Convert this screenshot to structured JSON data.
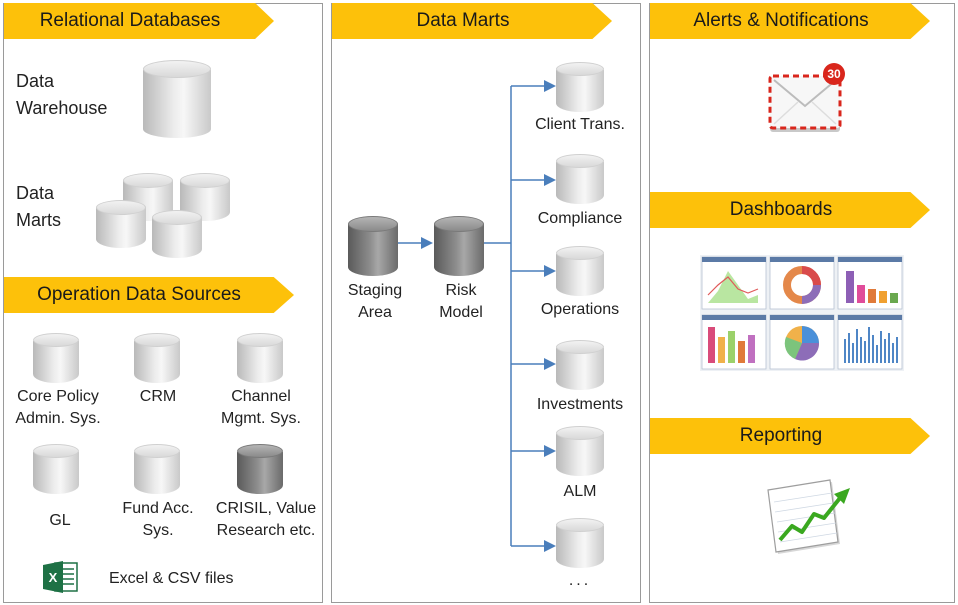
{
  "left": {
    "relational_title": "Relational Databases",
    "data_warehouse_label": "Data Warehouse",
    "data_marts_label": "Data Marts",
    "operation_title": "Operation Data Sources",
    "sources": [
      "Core Policy Admin. Sys.",
      "CRM",
      "Channel Mgmt. Sys.",
      "GL",
      "Fund Acc. Sys.",
      "CRISIL, Value Research etc."
    ],
    "excel_label": "Excel & CSV files"
  },
  "middle": {
    "title": "Data Marts",
    "staging_label": "Staging Area",
    "risk_label": "Risk Model",
    "marts": [
      "Client Trans.",
      "Compliance",
      "Operations",
      "Investments",
      "ALM",
      "..."
    ]
  },
  "right": {
    "alerts_title": "Alerts & Notifications",
    "alerts_badge": "30",
    "dashboards_title": "Dashboards",
    "reporting_title": "Reporting"
  },
  "colors": {
    "banner": "#fdc10a",
    "arrow": "#4a7ebb",
    "excel_green": "#1e7145",
    "badge_red": "#d9261c"
  },
  "icons": [
    "envelope-icon",
    "dashboard-thumbnail",
    "chart-growth-icon",
    "excel-icon"
  ]
}
